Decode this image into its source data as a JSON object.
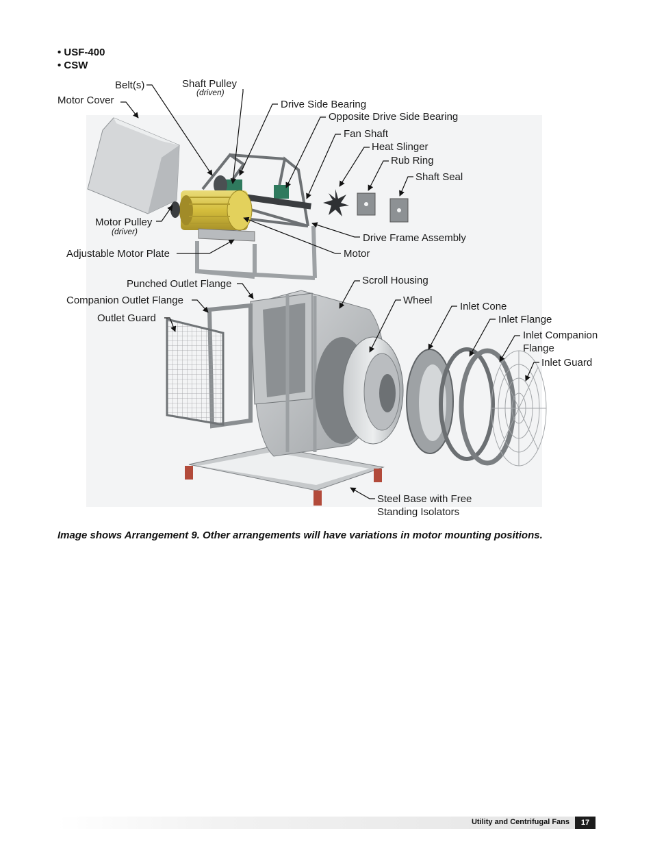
{
  "bullets": [
    "• USF-400",
    "• CSW"
  ],
  "labels": {
    "belts": "Belt(s)",
    "shaft_pulley": "Shaft Pulley",
    "shaft_pulley_sub": "(driven)",
    "motor_cover": "Motor Cover",
    "drive_side_bearing": "Drive Side Bearing",
    "opposite_drive_side_bearing": "Opposite Drive Side Bearing",
    "fan_shaft": "Fan Shaft",
    "heat_slinger": "Heat Slinger",
    "rub_ring": "Rub Ring",
    "shaft_seal": "Shaft Seal",
    "motor_pulley": "Motor Pulley",
    "motor_pulley_sub": "(driver)",
    "drive_frame_assembly": "Drive Frame Assembly",
    "adjustable_motor_plate": "Adjustable Motor Plate",
    "motor": "Motor",
    "punched_outlet_flange": "Punched Outlet Flange",
    "scroll_housing": "Scroll Housing",
    "companion_outlet_flange": "Companion Outlet Flange",
    "wheel": "Wheel",
    "inlet_cone": "Inlet Cone",
    "outlet_guard": "Outlet Guard",
    "inlet_flange": "Inlet Flange",
    "inlet_companion_flange_1": "Inlet Companion",
    "inlet_companion_flange_2": "Flange",
    "inlet_guard": "Inlet Guard",
    "steel_base_1": "Steel Base with Free",
    "steel_base_2": "Standing Isolators"
  },
  "caption": "Image shows Arrangement 9. Other arrangements will have variations in motor mounting positions.",
  "footer": {
    "title": "Utility and Centrifugal Fans",
    "page": "17"
  },
  "colors": {
    "photo_bg": "#f2f3f4",
    "motor_yellow": "#d9c24a",
    "bearing_green": "#2f7a5e",
    "isolator_red": "#b24a3a"
  }
}
